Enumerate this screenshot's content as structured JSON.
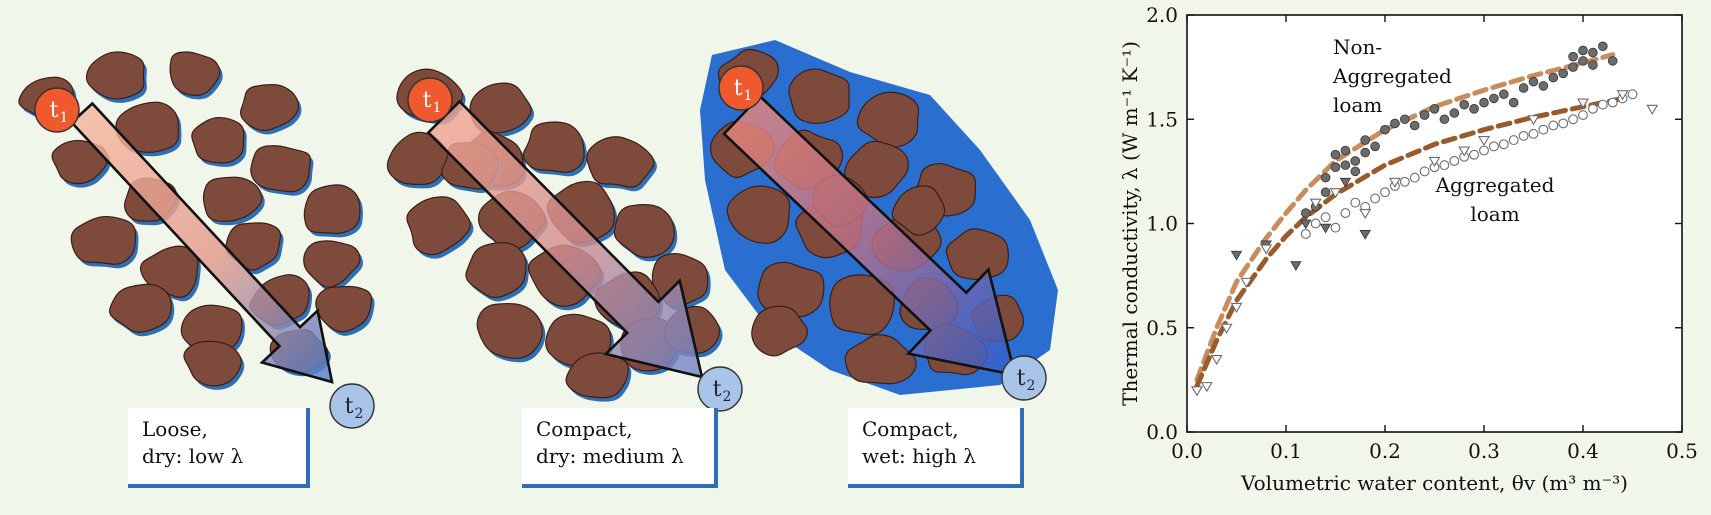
{
  "colors": {
    "background": "#f1f6ea",
    "aggregate_fill": "#7e4a3b",
    "aggregate_shadow": "#2f6fb3",
    "water": "#2a6fd0",
    "t1_marker": "#ee5a2e",
    "t2_marker": "#a9c4e8",
    "aggregated_curve": "#9a5a2c",
    "non_aggregated_curve": "#c98c5e",
    "caption_border": "#2f6fb3"
  },
  "diagram": {
    "panels": [
      {
        "id": "loose-dry",
        "t1_label": "t",
        "t1_subscript": "1",
        "t2_label": "t",
        "t2_subscript": "2",
        "caption_line1": "Loose,",
        "caption_line2": "dry: low λ"
      },
      {
        "id": "compact-dry",
        "t1_label": "t",
        "t1_subscript": "1",
        "t2_label": "t",
        "t2_subscript": "2",
        "caption_line1": "Compact,",
        "caption_line2": "dry: medium λ"
      },
      {
        "id": "compact-wet",
        "t1_label": "t",
        "t1_subscript": "1",
        "t2_label": "t",
        "t2_subscript": "2",
        "caption_line1": "Compact,",
        "caption_line2": "wet: high λ"
      }
    ]
  },
  "chart_data": {
    "type": "scatter",
    "xlabel": "Volumetric water content, θv (m³ m⁻³)",
    "ylabel": "Thermal conductivity, λ (W m⁻¹ K⁻¹)",
    "xlim": [
      0.0,
      0.5
    ],
    "ylim": [
      0.0,
      2.0
    ],
    "xticks": [
      "0.0",
      "0.1",
      "0.2",
      "0.3",
      "0.4",
      "0.5"
    ],
    "yticks": [
      "0.0",
      "0.5",
      "1.0",
      "1.5",
      "2.0"
    ],
    "grid": false,
    "annotations": [
      {
        "lines": [
          "Non-",
          "Aggregated",
          "loam"
        ]
      },
      {
        "lines": [
          "Aggregated",
          "loam"
        ]
      }
    ],
    "series": [
      {
        "marker": "filled-circle",
        "color": "#6c6c6c",
        "points": [
          [
            0.12,
            1.05
          ],
          [
            0.13,
            1.08
          ],
          [
            0.14,
            1.15
          ],
          [
            0.14,
            1.22
          ],
          [
            0.15,
            1.27
          ],
          [
            0.15,
            1.33
          ],
          [
            0.16,
            1.28
          ],
          [
            0.16,
            1.35
          ],
          [
            0.17,
            1.25
          ],
          [
            0.17,
            1.3
          ],
          [
            0.18,
            1.34
          ],
          [
            0.18,
            1.4
          ],
          [
            0.19,
            1.37
          ],
          [
            0.2,
            1.45
          ],
          [
            0.21,
            1.48
          ],
          [
            0.22,
            1.5
          ],
          [
            0.23,
            1.47
          ],
          [
            0.24,
            1.52
          ],
          [
            0.25,
            1.55
          ],
          [
            0.26,
            1.5
          ],
          [
            0.27,
            1.53
          ],
          [
            0.28,
            1.57
          ],
          [
            0.29,
            1.55
          ],
          [
            0.3,
            1.58
          ],
          [
            0.31,
            1.6
          ],
          [
            0.32,
            1.62
          ],
          [
            0.33,
            1.58
          ],
          [
            0.34,
            1.65
          ],
          [
            0.35,
            1.68
          ],
          [
            0.36,
            1.66
          ],
          [
            0.37,
            1.7
          ],
          [
            0.38,
            1.72
          ],
          [
            0.39,
            1.75
          ],
          [
            0.39,
            1.8
          ],
          [
            0.4,
            1.78
          ],
          [
            0.4,
            1.83
          ],
          [
            0.41,
            1.76
          ],
          [
            0.41,
            1.82
          ],
          [
            0.42,
            1.85
          ],
          [
            0.43,
            1.78
          ]
        ]
      },
      {
        "marker": "filled-triangle-down",
        "color": "#6c6c6c",
        "points": [
          [
            0.05,
            0.85
          ],
          [
            0.08,
            0.9
          ],
          [
            0.11,
            0.8
          ],
          [
            0.12,
            1.0
          ],
          [
            0.14,
            0.98
          ],
          [
            0.16,
            1.2
          ],
          [
            0.18,
            0.95
          ]
        ]
      },
      {
        "marker": "open-circle",
        "color": "#6c6c6c",
        "points": [
          [
            0.12,
            0.95
          ],
          [
            0.13,
            1.0
          ],
          [
            0.14,
            1.03
          ],
          [
            0.15,
            0.98
          ],
          [
            0.16,
            1.05
          ],
          [
            0.17,
            1.1
          ],
          [
            0.18,
            1.08
          ],
          [
            0.19,
            1.12
          ],
          [
            0.2,
            1.15
          ],
          [
            0.21,
            1.18
          ],
          [
            0.22,
            1.2
          ],
          [
            0.23,
            1.22
          ],
          [
            0.24,
            1.25
          ],
          [
            0.25,
            1.27
          ],
          [
            0.26,
            1.28
          ],
          [
            0.27,
            1.3
          ],
          [
            0.28,
            1.32
          ],
          [
            0.29,
            1.33
          ],
          [
            0.3,
            1.35
          ],
          [
            0.31,
            1.37
          ],
          [
            0.32,
            1.38
          ],
          [
            0.33,
            1.4
          ],
          [
            0.34,
            1.42
          ],
          [
            0.35,
            1.43
          ],
          [
            0.36,
            1.45
          ],
          [
            0.37,
            1.47
          ],
          [
            0.38,
            1.48
          ],
          [
            0.39,
            1.5
          ],
          [
            0.4,
            1.52
          ],
          [
            0.41,
            1.55
          ],
          [
            0.42,
            1.57
          ],
          [
            0.43,
            1.58
          ],
          [
            0.44,
            1.6
          ],
          [
            0.45,
            1.62
          ]
        ]
      },
      {
        "marker": "open-triangle-down",
        "color": "#6c6c6c",
        "points": [
          [
            0.01,
            0.2
          ],
          [
            0.02,
            0.22
          ],
          [
            0.03,
            0.35
          ],
          [
            0.04,
            0.5
          ],
          [
            0.05,
            0.6
          ],
          [
            0.06,
            0.72
          ],
          [
            0.08,
            0.88
          ],
          [
            0.13,
            1.1
          ],
          [
            0.15,
            1.15
          ],
          [
            0.18,
            1.05
          ],
          [
            0.21,
            1.2
          ],
          [
            0.25,
            1.3
          ],
          [
            0.28,
            1.35
          ],
          [
            0.3,
            1.4
          ],
          [
            0.35,
            1.5
          ],
          [
            0.4,
            1.58
          ],
          [
            0.44,
            1.62
          ],
          [
            0.47,
            1.55
          ]
        ]
      },
      {
        "marker": "dashed-curve",
        "color": "#c98c5e",
        "points": [
          [
            0.01,
            0.25
          ],
          [
            0.03,
            0.5
          ],
          [
            0.05,
            0.72
          ],
          [
            0.08,
            0.93
          ],
          [
            0.1,
            1.05
          ],
          [
            0.12,
            1.16
          ],
          [
            0.15,
            1.3
          ],
          [
            0.2,
            1.45
          ],
          [
            0.25,
            1.56
          ],
          [
            0.3,
            1.64
          ],
          [
            0.35,
            1.71
          ],
          [
            0.4,
            1.77
          ],
          [
            0.43,
            1.81
          ]
        ]
      },
      {
        "marker": "dashed-curve",
        "color": "#9a5a2c",
        "points": [
          [
            0.01,
            0.22
          ],
          [
            0.03,
            0.44
          ],
          [
            0.05,
            0.63
          ],
          [
            0.08,
            0.83
          ],
          [
            0.1,
            0.94
          ],
          [
            0.12,
            1.03
          ],
          [
            0.15,
            1.14
          ],
          [
            0.2,
            1.28
          ],
          [
            0.25,
            1.38
          ],
          [
            0.3,
            1.45
          ],
          [
            0.35,
            1.51
          ],
          [
            0.4,
            1.56
          ],
          [
            0.44,
            1.6
          ]
        ]
      }
    ]
  }
}
